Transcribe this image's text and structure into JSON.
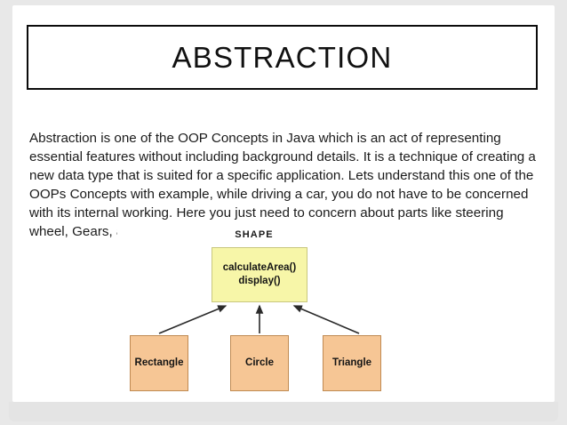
{
  "slide": {
    "title": "ABSTRACTION",
    "body": "Abstraction is one of the OOP Concepts in Java which is an act of representing essential features without including background details. It is a technique of creating a new data type that is suited for a specific application. Lets understand this one of the OOPs Concepts with example, while driving a car, you do not have to be concerned with its internal working. Here you just need to concern about parts like steering wheel, Gears, accelerator, etc."
  },
  "diagram": {
    "caption": "SHAPE",
    "parent": {
      "line1": "calculateArea()",
      "line2": "display()"
    },
    "children": [
      {
        "label": "Rectangle"
      },
      {
        "label": "Circle"
      },
      {
        "label": "Triangle"
      }
    ],
    "colors": {
      "parent_fill": "#f7f6a8",
      "parent_border": "#c9c87e",
      "child_fill": "#f6c695",
      "child_border": "#c08a52",
      "edge": "#2a2a2a",
      "panel_bg": "#ffffff"
    }
  },
  "theme": {
    "slide_bg": "#e8e8e8",
    "page_bg": "#ffffff",
    "title_border": "#0b0b0b",
    "text_color": "#1b1b1b"
  }
}
